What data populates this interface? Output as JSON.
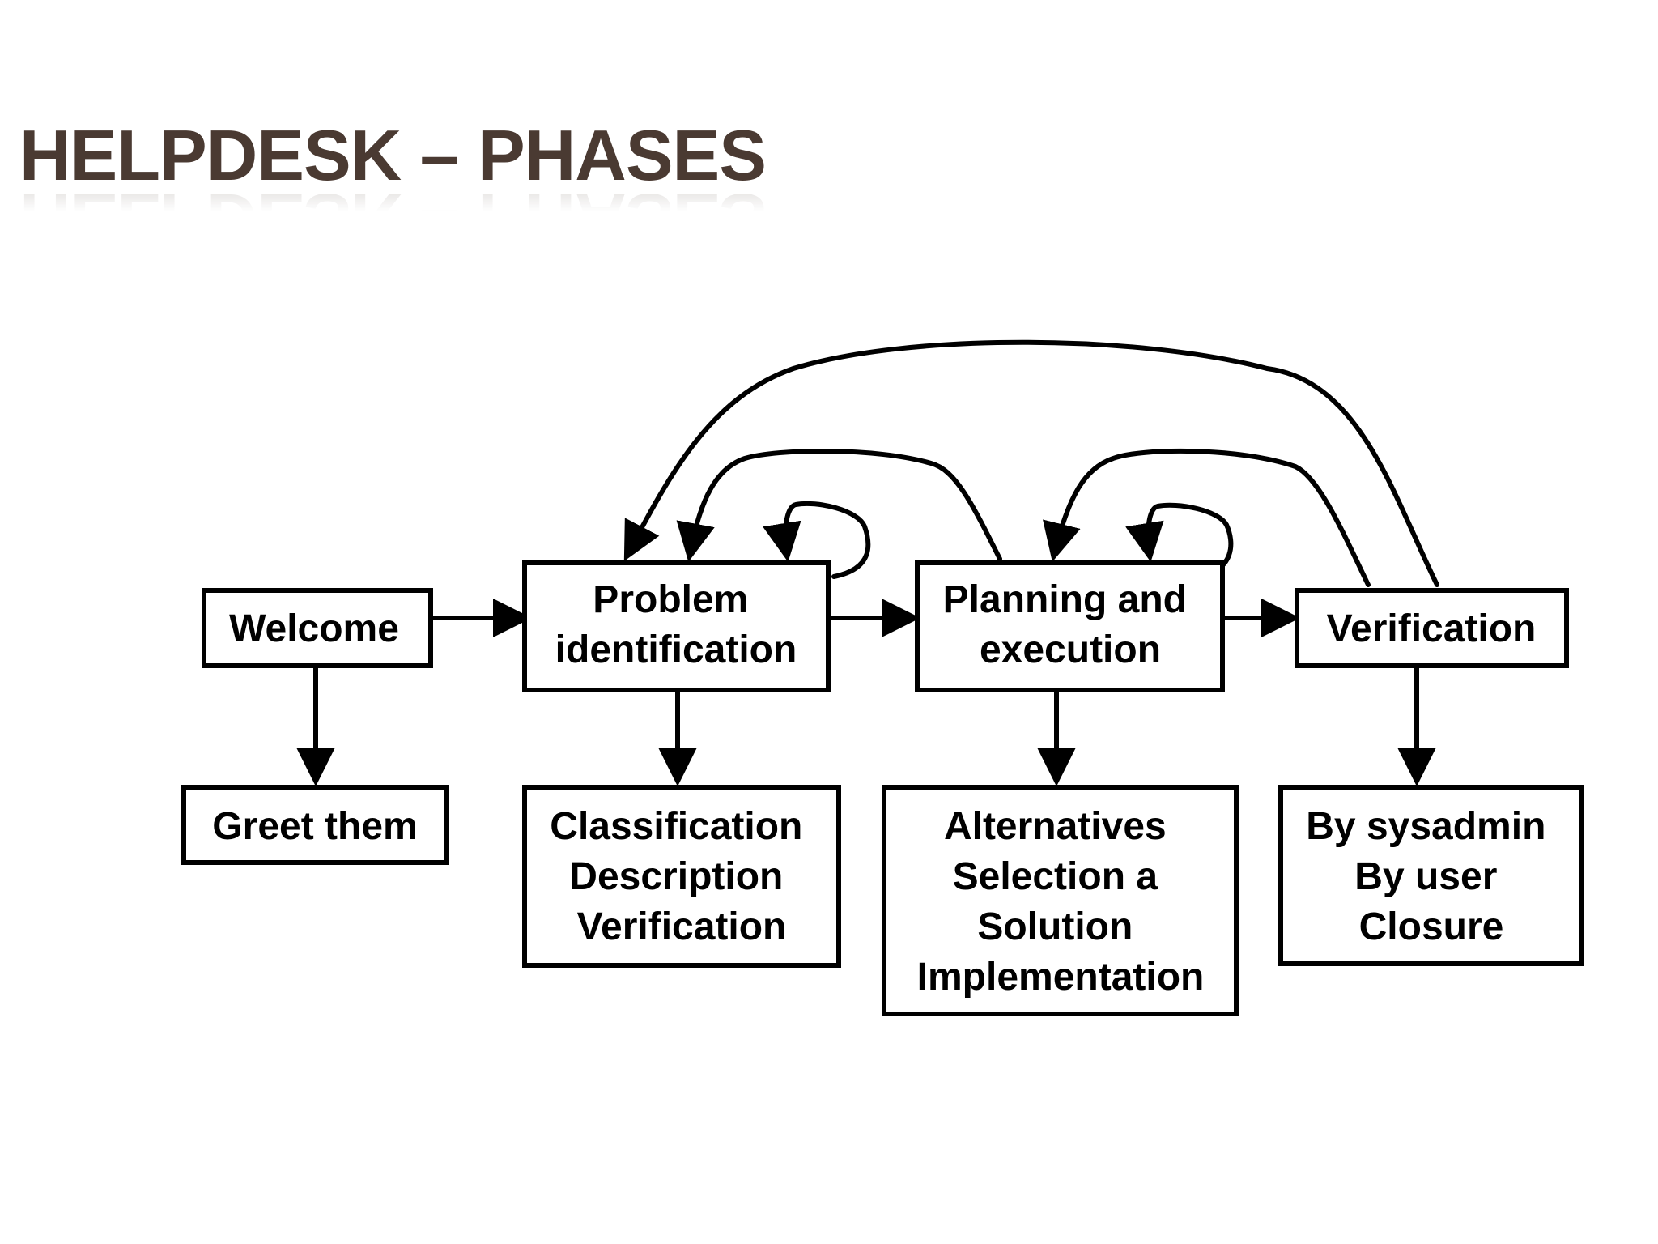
{
  "title": "Helpdesk – Phases",
  "colors": {
    "title": "#4a3a32",
    "stroke": "#000000",
    "background": "#ffffff"
  },
  "boxes": {
    "welcome": [
      "Welcome"
    ],
    "greet": [
      "Greet them"
    ],
    "problem": [
      "Problem",
      "identification"
    ],
    "problem_steps": [
      "Classification",
      "Description",
      "Verification"
    ],
    "planning": [
      "Planning and",
      "execution"
    ],
    "planning_steps": [
      "Alternatives",
      "Selection a",
      "Solution",
      "Implementation"
    ],
    "verification": [
      "Verification"
    ],
    "verification_steps": [
      "By sysadmin",
      "By user",
      "Closure"
    ]
  }
}
